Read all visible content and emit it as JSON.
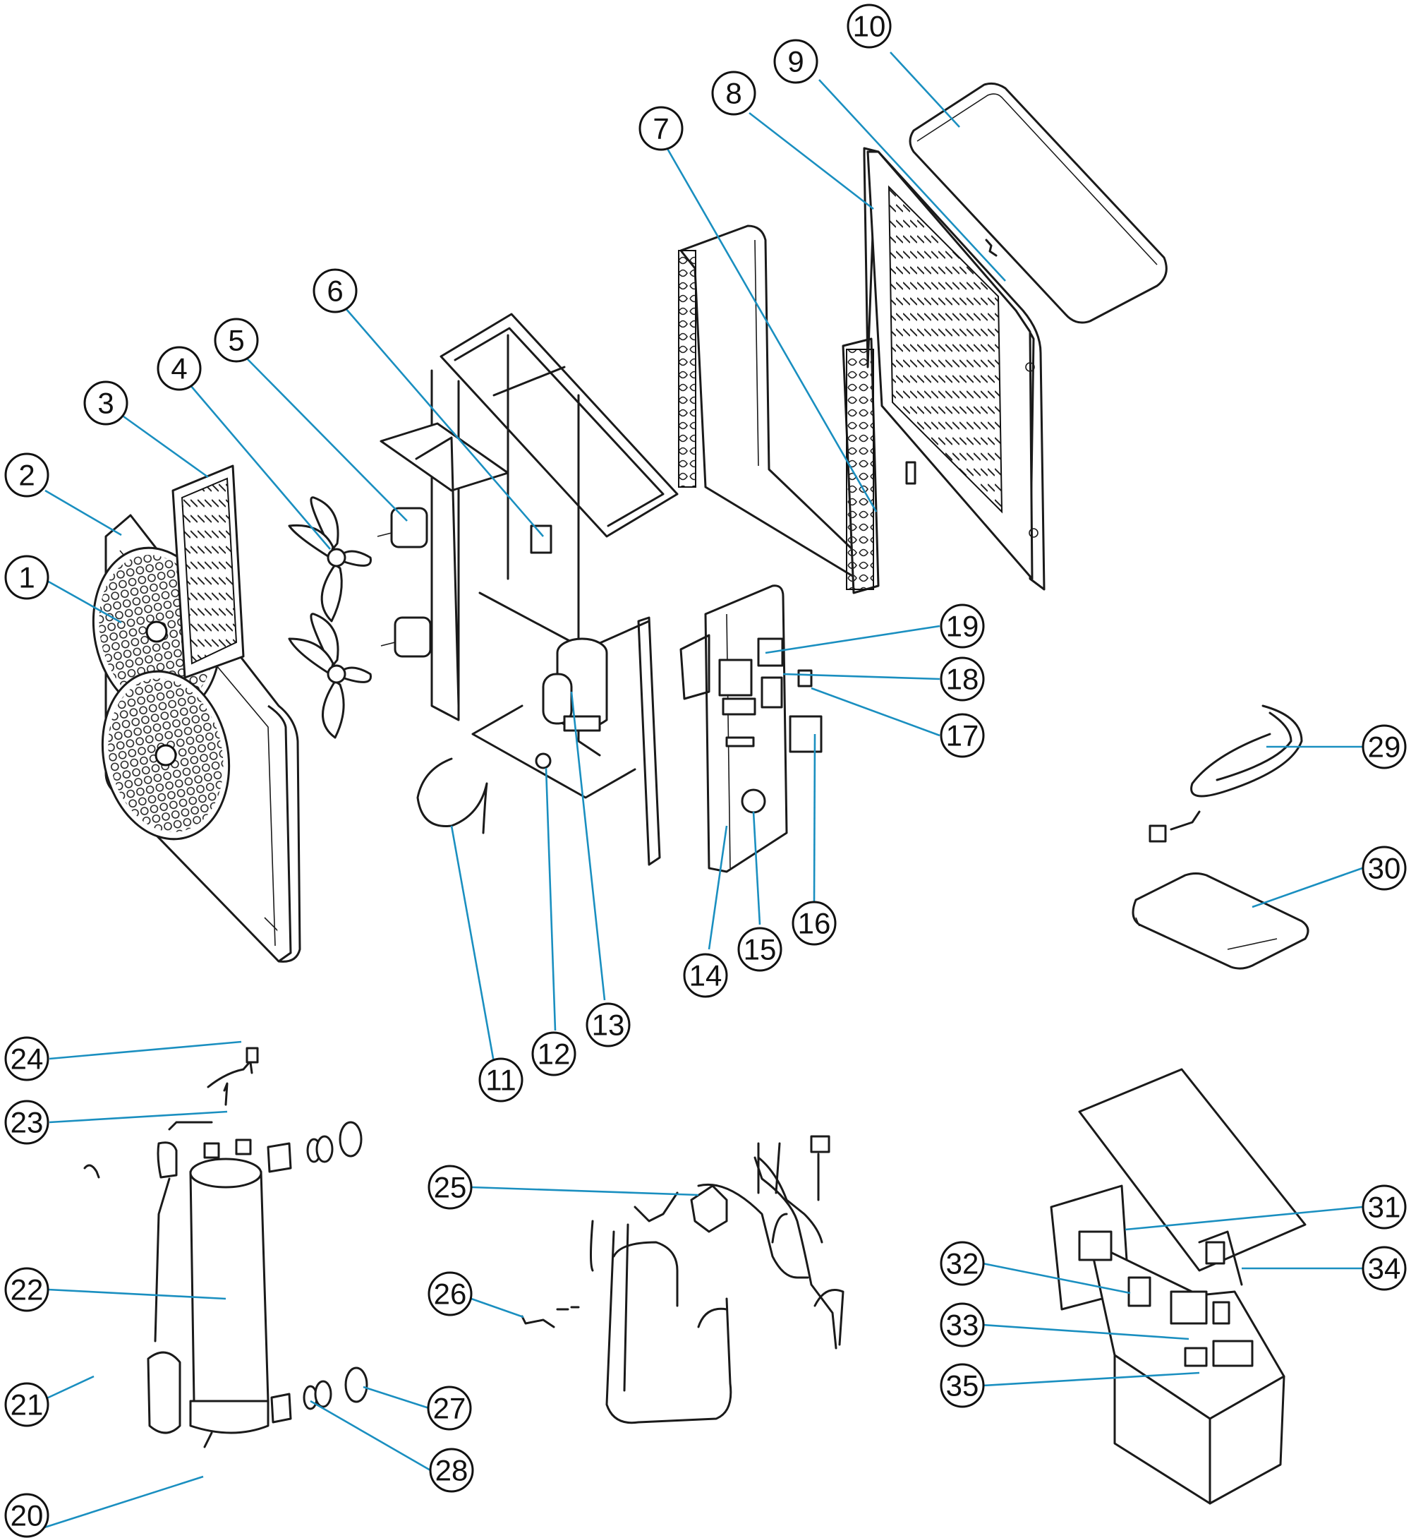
{
  "diagram": {
    "type": "exploded-parts-diagram",
    "leader_color": "#1a8fc0",
    "callouts": [
      {
        "label": "1"
      },
      {
        "label": "2"
      },
      {
        "label": "3"
      },
      {
        "label": "4"
      },
      {
        "label": "5"
      },
      {
        "label": "6"
      },
      {
        "label": "7"
      },
      {
        "label": "8"
      },
      {
        "label": "9"
      },
      {
        "label": "10"
      },
      {
        "label": "11"
      },
      {
        "label": "12"
      },
      {
        "label": "13"
      },
      {
        "label": "14"
      },
      {
        "label": "15"
      },
      {
        "label": "16"
      },
      {
        "label": "17"
      },
      {
        "label": "18"
      },
      {
        "label": "19"
      },
      {
        "label": "20"
      },
      {
        "label": "21"
      },
      {
        "label": "22"
      },
      {
        "label": "23"
      },
      {
        "label": "24"
      },
      {
        "label": "25"
      },
      {
        "label": "26"
      },
      {
        "label": "27"
      },
      {
        "label": "28"
      },
      {
        "label": "29"
      },
      {
        "label": "30"
      },
      {
        "label": "31"
      },
      {
        "label": "32"
      },
      {
        "label": "33"
      },
      {
        "label": "34"
      },
      {
        "label": "35"
      }
    ]
  }
}
